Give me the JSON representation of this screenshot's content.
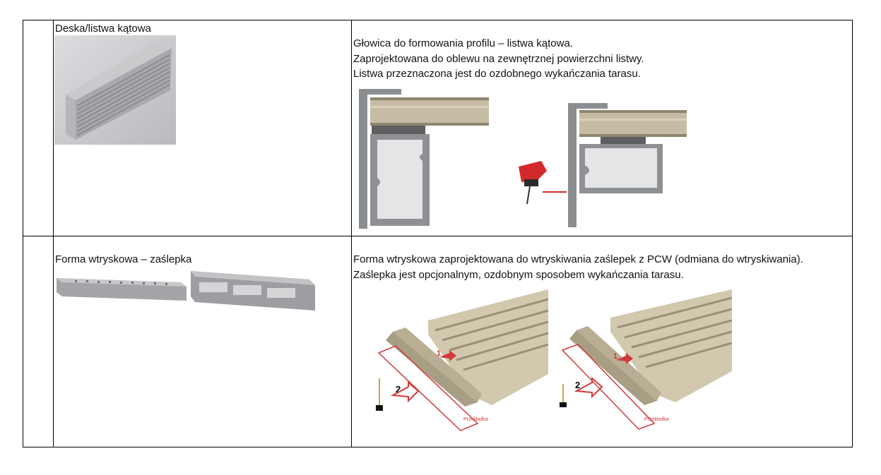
{
  "rows": [
    {
      "title": "Deska/listwa kątowa",
      "description": [
        "Głowica do formowania profilu – listwa kątowa.",
        "Zaprojektowana do oblewu na zewnętrznej powierzchni listwy.",
        "Listwa przeznaczona jest do ozdobnego wykańczania tarasu."
      ]
    },
    {
      "title": "Forma wtryskowa – zaślepka",
      "description": [
        "Forma wtryskowa zaprojektowana do wtryskiwania zaślepek z PCW (odmiana do wtryskiwania).",
        "Zaślepka jest opcjonalnym, ozdobnym sposobem wykańczania tarasu."
      ]
    }
  ],
  "illustrations": {
    "spacer_label": "Przekładka",
    "step_1": "1",
    "step_2": "2"
  }
}
